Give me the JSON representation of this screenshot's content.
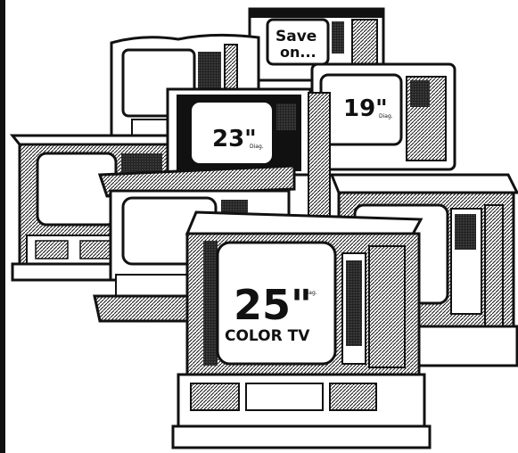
{
  "labels": {
    "tv_save": "Save on...",
    "tv_19": "19\"",
    "tv_19_sub": "Diag.",
    "tv_23": "23\"",
    "tv_23_sub": "Diag.",
    "tv_25": "25\"",
    "tv_25_sub": "Diag.",
    "tv_25_line2": "COLOR TV"
  },
  "colors": {
    "ink": "#111111",
    "paper": "#ffffff",
    "screen": "#ffffff"
  }
}
